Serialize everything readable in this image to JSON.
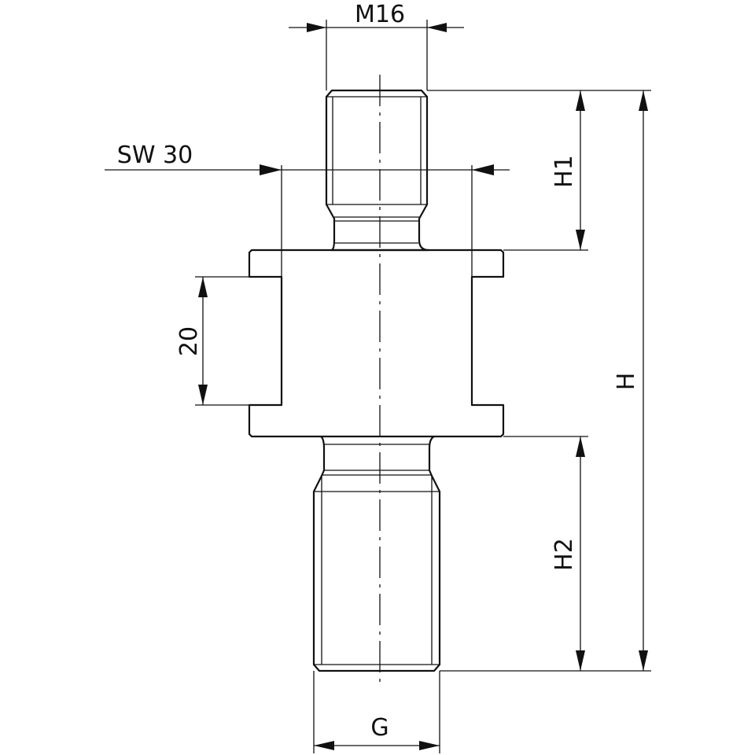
{
  "drawing": {
    "dimensions": {
      "top_thread": "M16",
      "wrench_size": "SW 30",
      "flat_height": "20",
      "top_height": "H1",
      "total_height": "H",
      "bottom_height": "H2",
      "bottom_thread": "G"
    },
    "line_color": "#111111",
    "background": "#ffffff"
  }
}
